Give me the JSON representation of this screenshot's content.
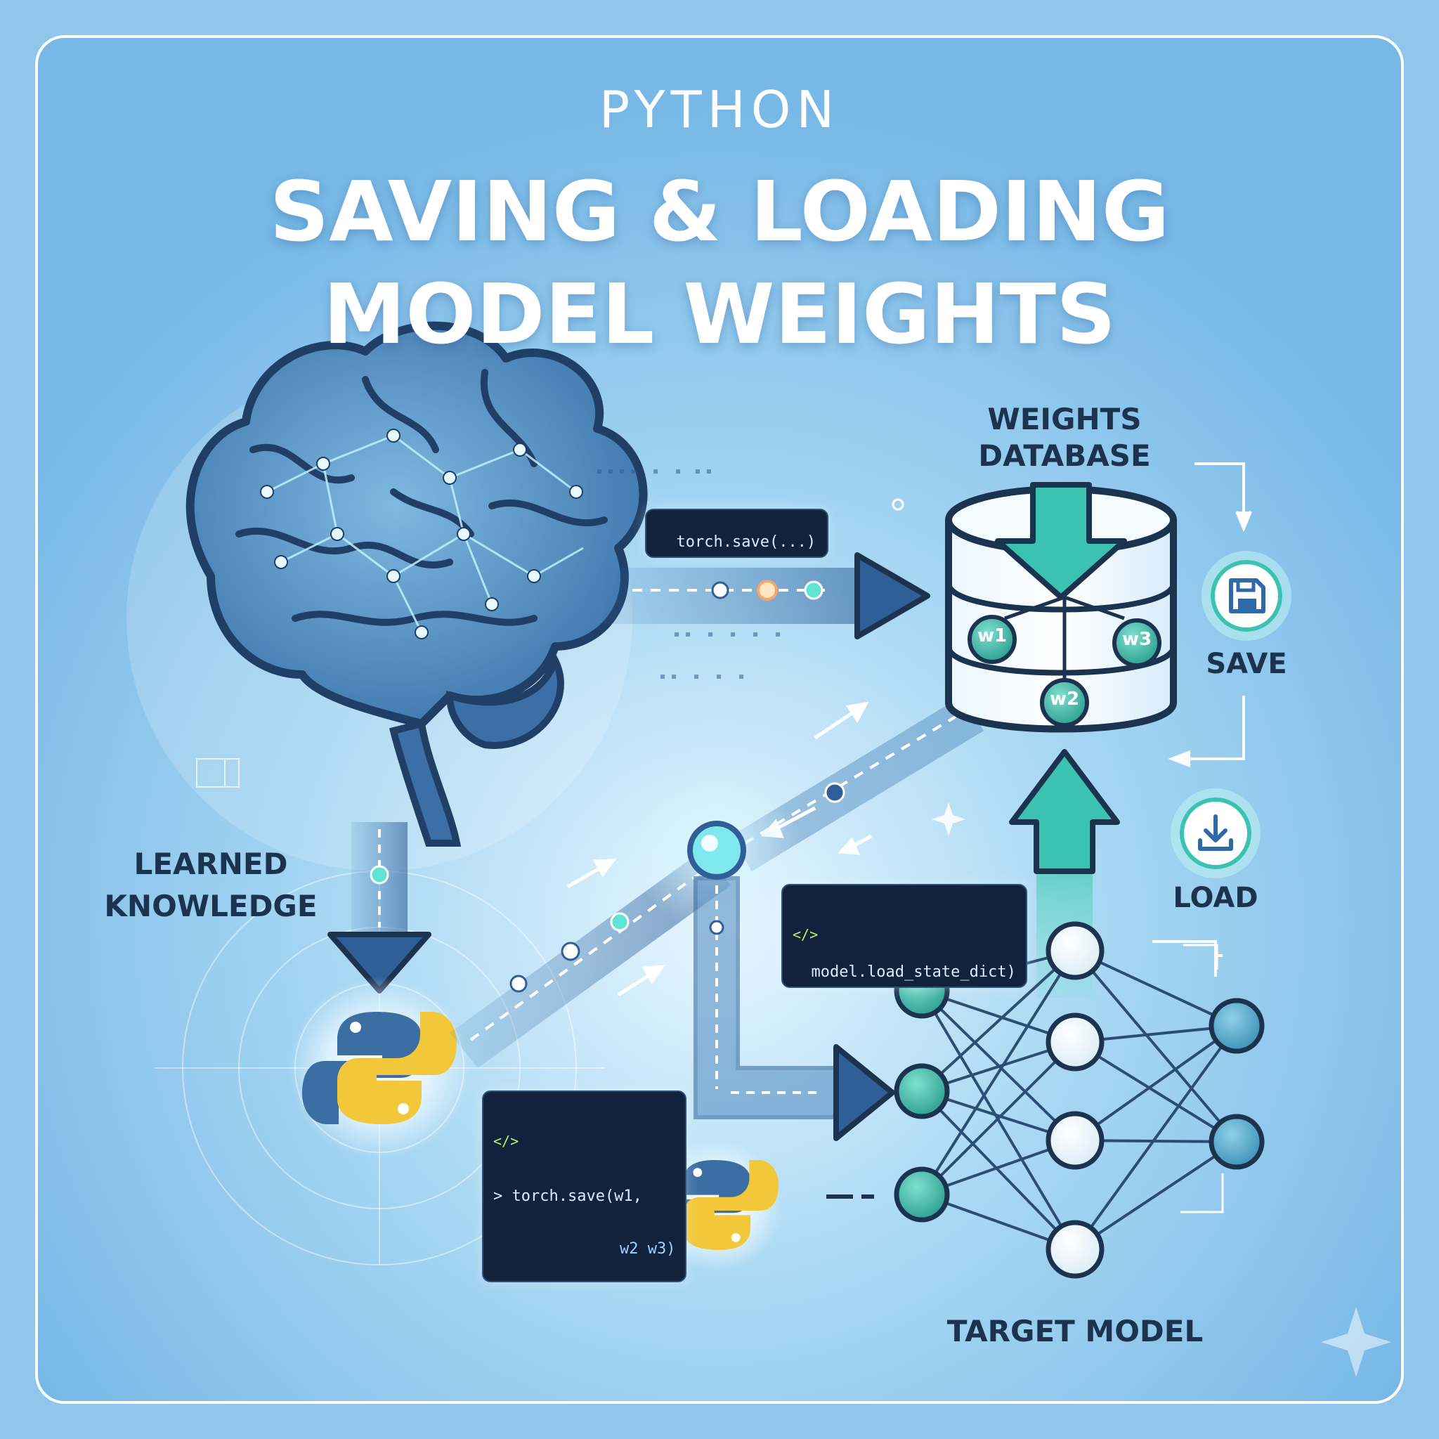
{
  "header": {
    "kicker": "PYTHON",
    "title_line1": "SAVING & LOADING",
    "title_line2": "MODEL WEIGHTS"
  },
  "labels": {
    "learned_line1": "LEARNED",
    "learned_line2": "KNOWLEDGE",
    "db_line1": "WEIGHTS",
    "db_line2": "DATABASE",
    "save": "SAVE",
    "load": "LOAD",
    "target": "TARGET MODEL"
  },
  "weights": {
    "w1": "w1",
    "w2": "w2",
    "w3": "w3"
  },
  "code": {
    "snippet_top": "torch.save(...)",
    "snippet_mid_tag": "</>",
    "snippet_mid": "model.load_state_dict)",
    "snippet_bottom_tag": "</>",
    "snippet_bottom_line1": "> torch.save(w1,",
    "snippet_bottom_line2": "w2 w3)"
  },
  "colors": {
    "background": "#8fc6ea",
    "panel": "#78b8e6",
    "navy": "#1c3350",
    "brain_fill": "#4f88bd",
    "brain_stroke": "#1f3f66",
    "teal": "#35b8a8",
    "arrow_blue": "#2f5f96",
    "python_blue": "#3b6fa3",
    "python_yellow": "#f3c73a"
  },
  "icons": {
    "brain": "brain-icon",
    "python": "python-logo",
    "database": "database-icon",
    "save": "floppy-disk-icon",
    "load": "download-icon",
    "network": "neural-network-icon"
  }
}
